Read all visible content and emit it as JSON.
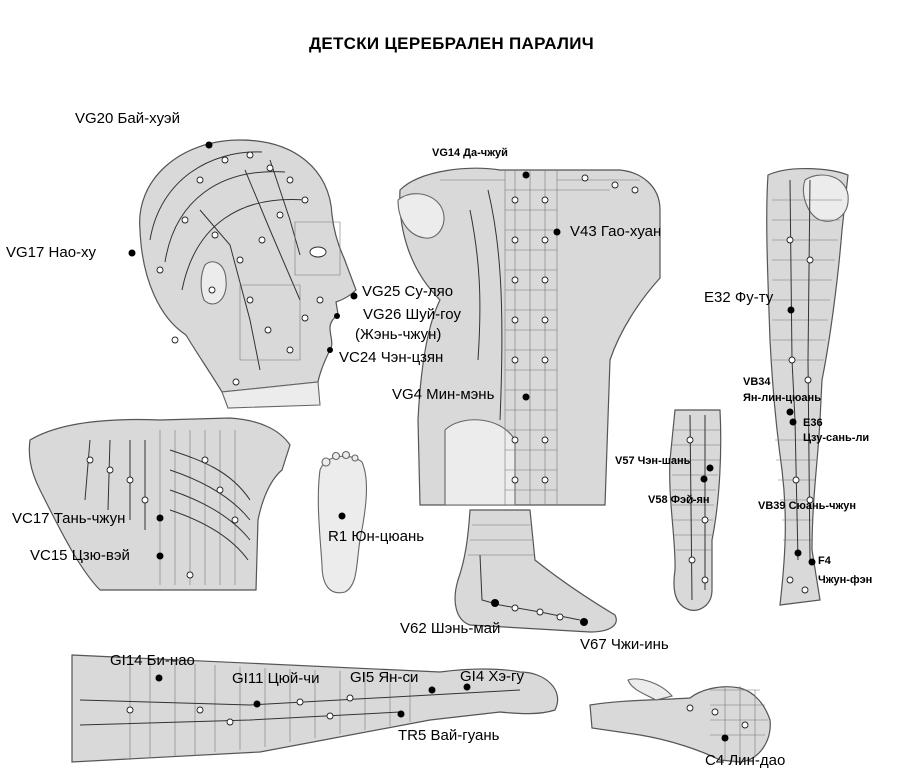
{
  "title": "ДЕТСКИ ЦЕРЕБРАЛЕН ПАРАЛИЧ",
  "labels": {
    "vg20": "VG20 Бай-хуэй",
    "vg17": "VG17 Нао-ху",
    "vg14": "VG14 Да-чжуй",
    "v43": "V43 Гао-хуан",
    "vg25": "VG25 Су-ляо",
    "vg26": "VG26 Шуй-гоу",
    "vg26_alt": "(Жэнь-чжун)",
    "vc24": "VC24 Чэн-цзян",
    "vg4": "VG4 Мин-мэнь",
    "e32": "E32 Фу-ту",
    "vb34": "VB34",
    "vb34_name": "Ян-лин-цюань",
    "e36": "E36",
    "e36_name": "Цзу-сань-ли",
    "v57": "V57 Чэн-шань",
    "v58": "V58 Фэй-ян",
    "vb39": "VB39 Сюань-чжун",
    "f4": "F4",
    "f4_name": "Чжун-фэн",
    "vc17": "VC17 Тань-чжун",
    "vc15": "VC15 Цзю-вэй",
    "r1": "R1 Юн-цюань",
    "v62": "V62 Шэнь-май",
    "v67": "V67 Чжи-инь",
    "gi14": "GI14 Би-нао",
    "gi11": "GI11 Цюй-чи",
    "gi5": "GI5 Ян-си",
    "gi4": "GI4 Хэ-гу",
    "tr5": "TR5 Вай-гуань",
    "c4": "C4 Лин-дао"
  }
}
